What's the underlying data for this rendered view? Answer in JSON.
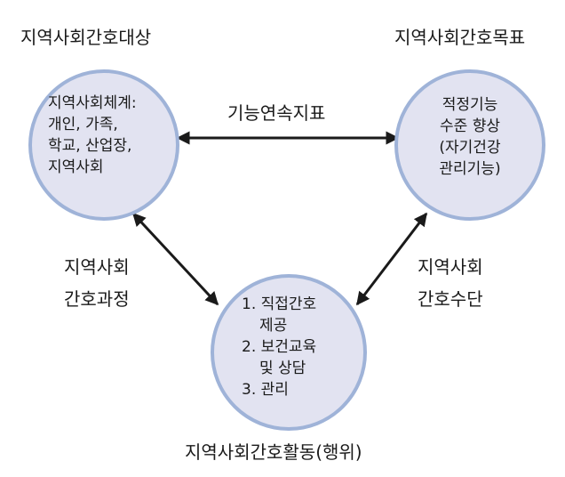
{
  "nodes": {
    "subject": {
      "title": "지역사회간호대상",
      "lines": [
        "지역사회체계:",
        "개인, 가족,",
        "학교, 산업장,",
        "지역사회"
      ]
    },
    "goal": {
      "title": "지역사회간호목표",
      "lines": [
        "적정기능",
        "수준 향상",
        "(자기건강",
        "관리기능)"
      ]
    },
    "activity": {
      "title": "지역사회간호활동(행위)",
      "lines": [
        "1. 직접간호",
        "제공",
        "2. 보건교육",
        "및 상담",
        "3. 관리"
      ]
    }
  },
  "edges": {
    "top": {
      "label": "기능연속지표"
    },
    "left": {
      "lines": [
        "지역사회",
        "간호과정"
      ]
    },
    "right": {
      "lines": [
        "지역사회",
        "간호수단"
      ]
    }
  },
  "colors": {
    "circle_fill": "#e2e3f1",
    "circle_border": "#9fb3d8",
    "arrow": "#1a1a1a"
  }
}
